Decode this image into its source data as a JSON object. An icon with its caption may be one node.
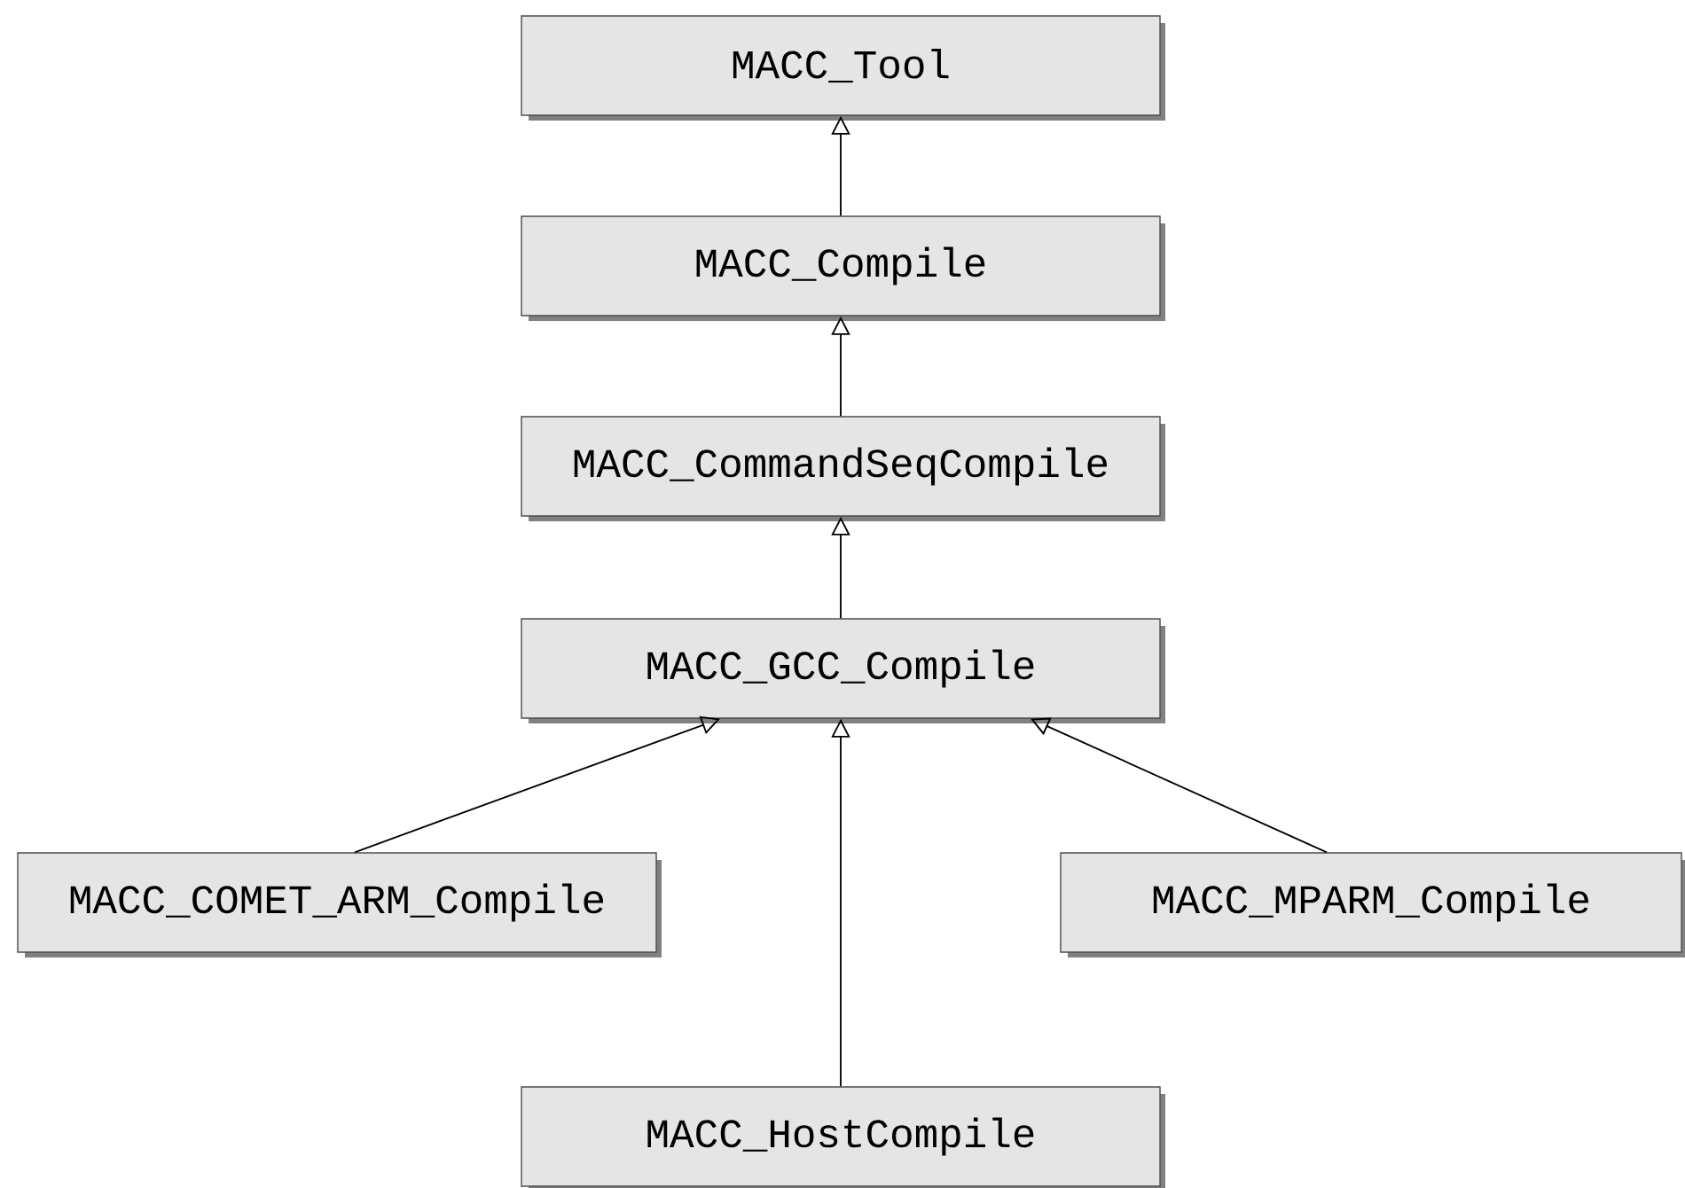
{
  "diagram": {
    "nodes": [
      {
        "text": [
          "MACC_Tool"
        ]
      },
      {
        "text": [
          "MACC_Compile"
        ]
      },
      {
        "text": [
          "MACC_CommandSeqCompile"
        ]
      },
      {
        "text": [
          "MACC_GCC_Compile"
        ]
      },
      {
        "text": [
          "MACC_COMET_ARM_Compile"
        ]
      },
      {
        "text": [
          "MACC_MPARM_Compile"
        ]
      },
      {
        "text": [
          "MACC_HostCompile"
        ]
      }
    ],
    "edges": [
      {
        "from": 1,
        "to": 0,
        "arrow": "to"
      },
      {
        "from": 2,
        "to": 1,
        "arrow": "to"
      },
      {
        "from": 3,
        "to": 2,
        "arrow": "to"
      },
      {
        "from": 4,
        "to": 3,
        "arrow": "to"
      },
      {
        "from": 6,
        "to": 3,
        "arrow": "to"
      },
      {
        "from": 5,
        "to": 3,
        "arrow": "to"
      }
    ]
  }
}
